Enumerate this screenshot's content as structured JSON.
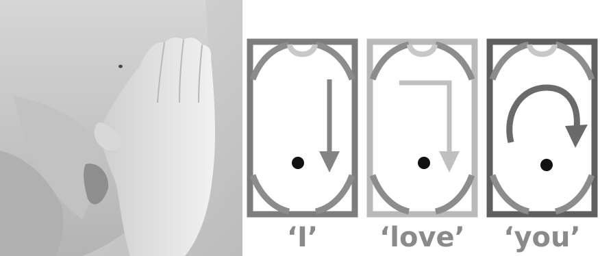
{
  "figure": {
    "photo": {
      "description_icon": "baby-hand-on-belly-photo"
    },
    "panels": [
      {
        "caption": "‘I’",
        "frame_color": "#7d7d7d",
        "arrow_color": "#848484",
        "arrow": "down"
      },
      {
        "caption": "‘love’",
        "frame_color": "#b9b9b9",
        "arrow_color": "#c0c0c0",
        "arrow": "right-then-down"
      },
      {
        "caption": "‘you’",
        "frame_color": "#5f5f5f",
        "arrow_color": "#6a6a6a",
        "arrow": "clockwise-circle"
      }
    ],
    "colors": {
      "arc": "#8c8c8c",
      "tab": "#c8c8c8",
      "dot": "#111111"
    }
  }
}
